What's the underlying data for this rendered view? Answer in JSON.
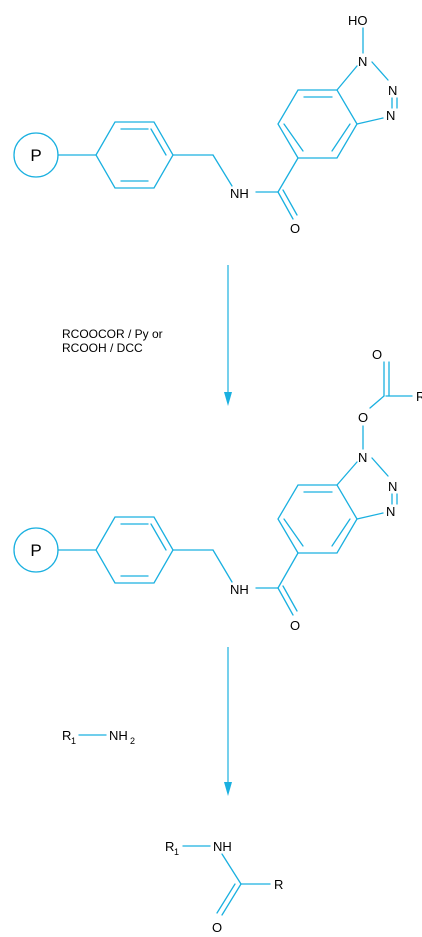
{
  "scheme": {
    "structure_1": {
      "polymer_label": "P",
      "hydroxy_label": "HO",
      "n1_label": "N",
      "n2_label": "N",
      "n3_label": "N",
      "amide_nh_label": "NH",
      "carbonyl_o_label": "O"
    },
    "step_1_conditions": {
      "line_1": "RCOOCOR / Py or",
      "line_2": "RCOOH / DCC"
    },
    "structure_2": {
      "polymer_label": "P",
      "ester_carbonyl_o_label": "O",
      "ester_oxygen_label": "O",
      "r_group_label": "R",
      "n1_label": "N",
      "n2_label": "N",
      "n3_label": "N",
      "amide_nh_label": "NH",
      "carbonyl_o_label": "O"
    },
    "step_2_reagent": {
      "r_label": "R",
      "r_subscript": "1",
      "amine_label": "NH",
      "amine_subscript": "2"
    },
    "product": {
      "r_label": "R",
      "r_subscript": "1",
      "nh_label": "NH",
      "r_group_label": "R",
      "carbonyl_o_label": "O"
    }
  }
}
